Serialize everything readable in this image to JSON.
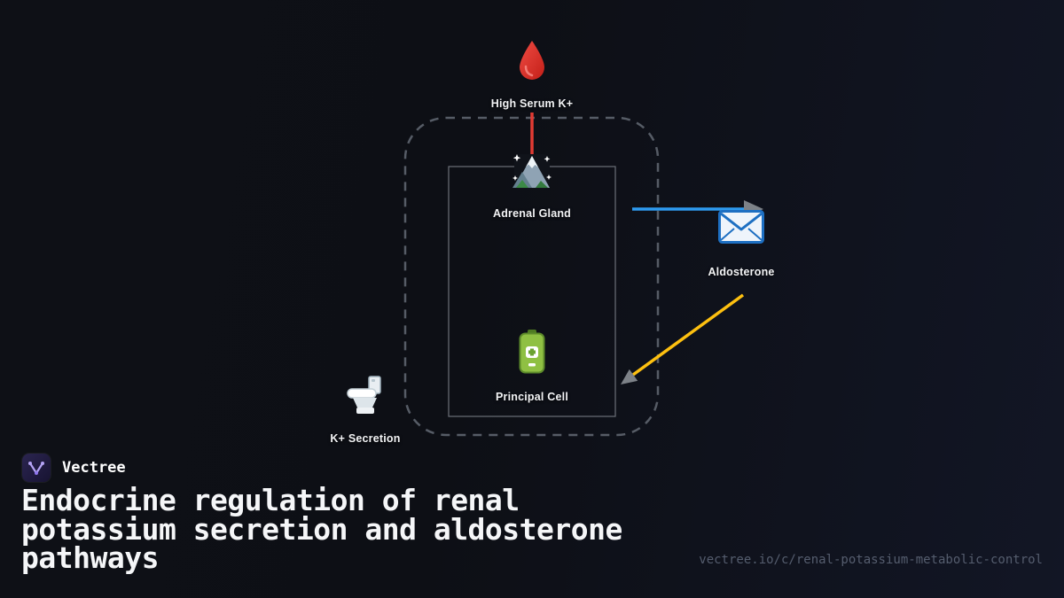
{
  "brand": {
    "name": "Vectree"
  },
  "title": {
    "lines": [
      "Endocrine regulation of renal",
      "potassium secretion and aldosterone",
      "pathways"
    ]
  },
  "footer": {
    "url": "vectree.io/c/renal-potassium-metabolic-control"
  },
  "diagram": {
    "nodes": {
      "high_serum_k": {
        "label": "High Serum K+",
        "icon": "blood-drop-icon"
      },
      "adrenal_gland": {
        "label": "Adrenal Gland",
        "icon": "mountain-icon"
      },
      "aldosterone": {
        "label": "Aldosterone",
        "icon": "envelope-icon"
      },
      "principal_cell": {
        "label": "Principal Cell",
        "icon": "battery-icon"
      },
      "k_secretion": {
        "label": "K+ Secretion",
        "icon": "toilet-icon"
      }
    },
    "edges": {
      "stimulus": {
        "from": "High Serum K+",
        "to": "Adrenal Gland",
        "color": "#e23b33"
      },
      "hormone": {
        "from": "Adrenal Gland",
        "to": "Aldosterone",
        "color": "#2e9bf0"
      },
      "action": {
        "from": "Aldosterone",
        "to": "Principal Cell",
        "color": "#fdc010"
      }
    },
    "arrow_color": "#7d8288"
  }
}
